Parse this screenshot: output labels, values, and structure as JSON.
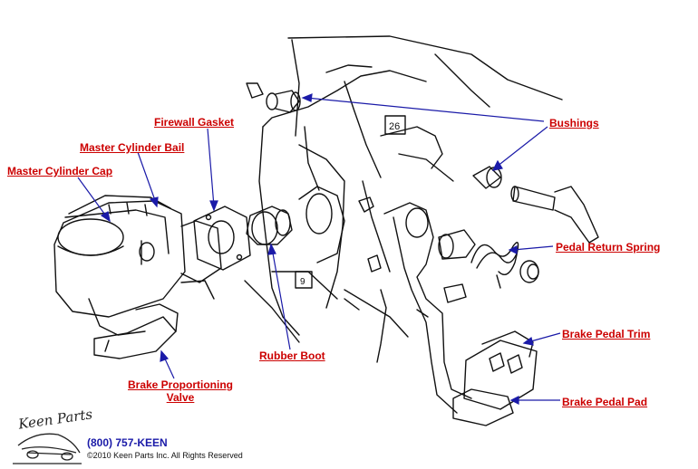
{
  "labels": {
    "master_cylinder_cap": "Master Cylinder Cap",
    "master_cylinder_bail": "Master Cylinder Bail",
    "firewall_gasket": "Firewall Gasket",
    "bushings": "Bushings",
    "pedal_return_spring": "Pedal Return Spring",
    "rubber_boot": "Rubber Boot",
    "brake_pedal_trim": "Brake Pedal Trim",
    "brake_pedal_pad": "Brake Pedal Pad",
    "brake_proportioning_line1": "Brake Proportioning",
    "brake_proportioning_line2": "Valve"
  },
  "footer": {
    "logo_text": "Keen Parts",
    "phone": "(800) 757-KEEN",
    "copyright": "©2010 Keen Parts Inc. All Rights Reserved"
  },
  "colors": {
    "label": "#cc0000",
    "leader": "#1a1aa8",
    "drawing": "#111111"
  }
}
